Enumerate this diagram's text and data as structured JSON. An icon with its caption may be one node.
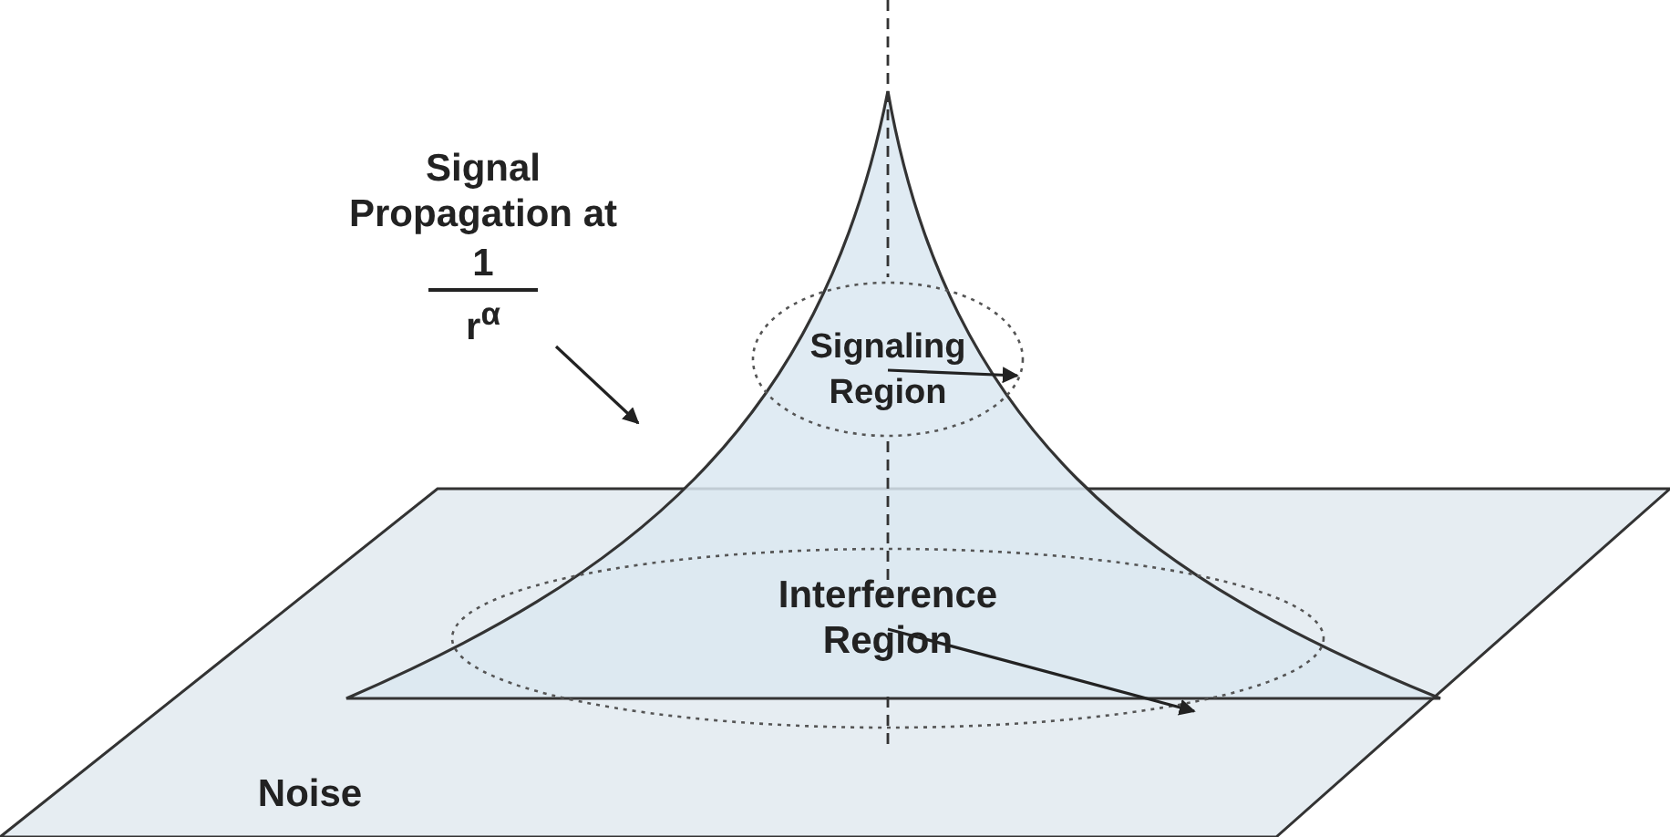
{
  "diagram": {
    "nodes": [
      {
        "text": [
          "Signal Propagation at",
          "1",
          "r$^{α}$"
        ]
      },
      {
        "text": [
          "Noise"
        ]
      },
      {
        "text": [],
        "shape": "cone"
      },
      {
        "text": [
          "Signaling Region"
        ],
        "in": 2
      },
      {
        "text": [
          "Interference Region"
        ],
        "in": 1
      }
    ],
    "edges": [
      {
        "from": 0,
        "to": 2,
        "arrow": "to"
      }
    ]
  }
}
